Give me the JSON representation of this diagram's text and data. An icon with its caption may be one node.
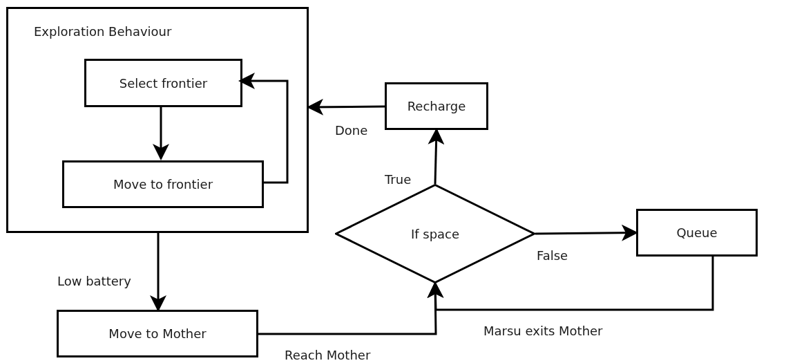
{
  "diagram": {
    "nodes": [
      {
        "text": [
          "Exploration Behaviour"
        ]
      },
      {
        "text": [
          "Select frontier"
        ],
        "in": 0
      },
      {
        "text": [
          "Move to frontier"
        ],
        "in": 0
      },
      {
        "text": [
          "Recharge"
        ]
      },
      {
        "text": [
          "If space"
        ]
      },
      {
        "text": [
          "Queue"
        ]
      },
      {
        "text": [
          "Move to Mother"
        ]
      }
    ],
    "edges": [
      {
        "from": 1,
        "to": 2,
        "arrow": "to"
      },
      {
        "from": 2,
        "to": 1,
        "arrow": "to"
      },
      {
        "from": 3,
        "to": 0,
        "arrow": "to",
        "label": "Done"
      },
      {
        "from": 4,
        "to": 3,
        "arrow": "to",
        "label": "True"
      },
      {
        "from": 4,
        "to": 5,
        "arrow": "to",
        "label": "False"
      },
      {
        "from": 0,
        "to": 6,
        "arrow": "to",
        "label": "Low battery"
      },
      {
        "from": 6,
        "to": 4,
        "arrow": "to",
        "label": "Reach Mother"
      },
      {
        "from": 5,
        "to": 4,
        "arrow": "to",
        "label": "Marsu exits Mother"
      }
    ]
  }
}
